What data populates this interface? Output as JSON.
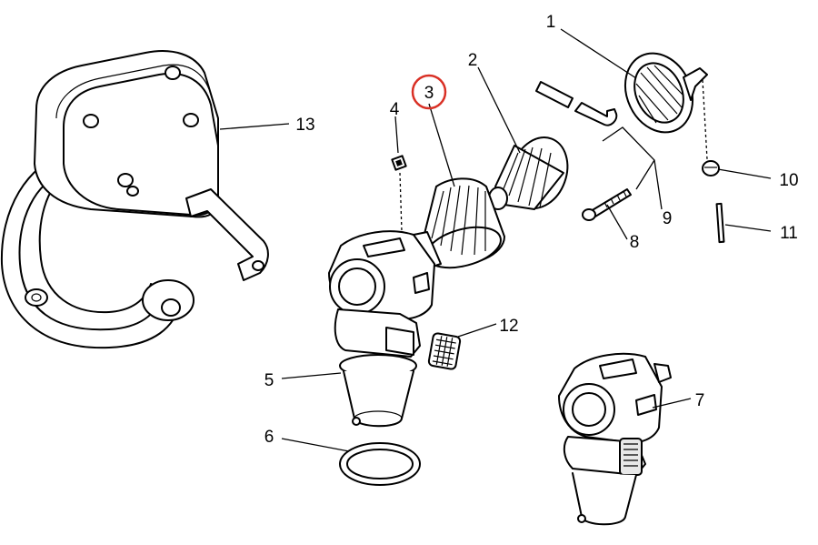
{
  "callouts": {
    "c1": "1",
    "c2": "2",
    "c3": "3",
    "c4": "4",
    "c5": "5",
    "c6": "6",
    "c7": "7",
    "c8": "8",
    "c9": "9",
    "c10": "10",
    "c11": "11",
    "c12": "12",
    "c13": "13"
  },
  "highlight": {
    "callout": "3",
    "color": "#d93025"
  }
}
